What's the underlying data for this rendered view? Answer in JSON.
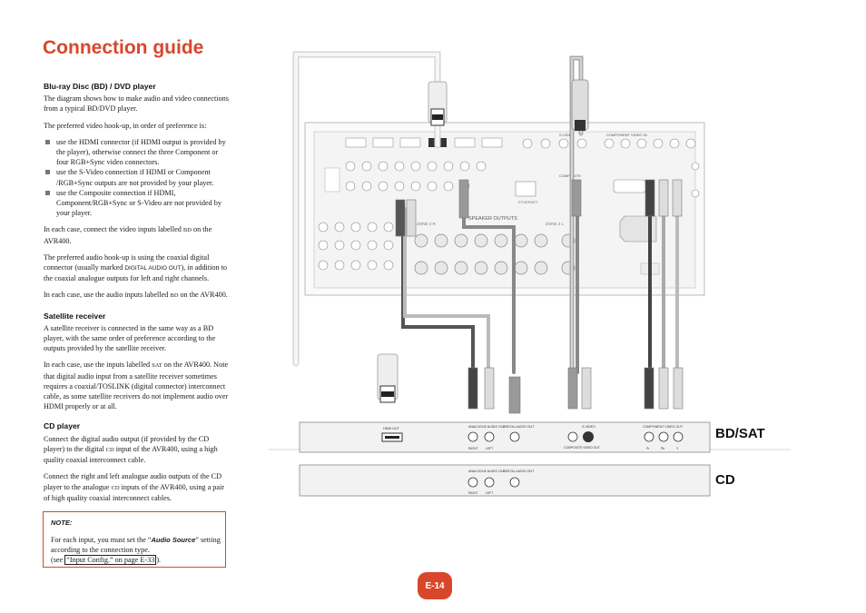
{
  "title": "Connection guide",
  "bd": {
    "heading": "Blu-ray Disc (BD) / DVD player",
    "p1": "The diagram shows how to make audio and video connections from a typical BD/DVD player.",
    "p2": "The preferred video hook-up, in order of preference is:",
    "bullets": [
      "use the HDMI connector (if HDMI output is provided by the player), otherwise connect the three Component or four RGB+Sync video connectors.",
      "use the S-Video connection if HDMI or Component /RGB+Sync outputs are not provided by your player.",
      "use the Composite connection if HDMI, Component/RGB+Sync or S-Video are not provided by your player."
    ],
    "p3a": "In each case, connect the video inputs labelled ",
    "p3b": "BD",
    "p3c": " on the AVR400.",
    "p4a": "The preferred audio hook-up is using the coaxial digital connector (usually marked ",
    "p4b": "DIGITAL AUDIO OUT",
    "p4c": "), in addition to the coaxial analogue outputs for left and right channels.",
    "p5a": "In each case, use the audio inputs labelled ",
    "p5b": "BD",
    "p5c": " on the AVR400."
  },
  "sat": {
    "heading": "Satellite receiver",
    "p1": "A satellite receiver is connected in the same way as a BD player, with the same order of preference according to the outputs provided by the satellite receiver.",
    "p2a": "In each case, use the inputs labelled ",
    "p2b": "SAT",
    "p2c": " on the AVR400. Note that digital audio input from a satellite receiver sometimes requires a coaxial/TOSLINK (digital connector) interconnect cable, as some satellite receivers do not implement audio over HDMI properly or at all."
  },
  "cd": {
    "heading": "CD player",
    "p1a": "Connect the digital audio output (if provided by the CD player) to the digital ",
    "p1b": "CD",
    "p1c": " input of the AVR400, using a high quality coaxial interconnect cable.",
    "p2a": "Connect the right and left analogue audio outputs of the CD player to the analogue ",
    "p2b": "CD",
    "p2c": " inputs of the AVR400, using a pair of high quality coaxial interconnect cables."
  },
  "note": {
    "label": "NOTE:",
    "text_a": "For each input, you must set the “",
    "text_b": "Audio Source",
    "text_c": "” setting according to the connection type.",
    "text_d": "(see ",
    "ref": "“Input Config.” on page E-33",
    "text_e": ")."
  },
  "diagram": {
    "bdsat_label": "BD/SAT",
    "cd_label": "CD",
    "bdsat_ports": [
      "HDMI OUT",
      "ANALOGUE AUDIO OUT",
      "DIGITAL AUDIO OUT",
      "S-VIDEO",
      "COMPOSITE VIDEO OUT",
      "COMPONENT VIDEO OUT"
    ],
    "bdsat_sub": [
      "RIGHT",
      "LEFT",
      "Pr",
      "Pb",
      "Y"
    ],
    "cd_ports": [
      "ANALOGUE AUDIO OUT",
      "DIGITAL AUDIO OUT"
    ],
    "cd_sub": [
      "RIGHT",
      "LEFT"
    ],
    "avr_labels": [
      "SPEAKER OUTPUTS",
      "ZONE 2 R",
      "ZONE 2 L",
      "ETHERNET",
      "S-VIDEO",
      "COMPOSITE",
      "COMPONENT VIDEO IN"
    ]
  },
  "page": "E-14"
}
